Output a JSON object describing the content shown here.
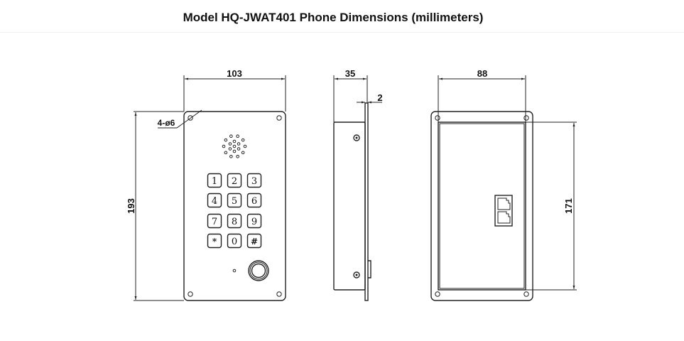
{
  "title": "Model HQ-JWAT401 Phone Dimensions (millimeters)",
  "front_view": {
    "width_label": "103",
    "height_label": "193",
    "hole_label": "4-ø6",
    "keys": [
      "1",
      "2",
      "3",
      "4",
      "5",
      "6",
      "7",
      "8",
      "9",
      "*",
      "0",
      "#"
    ]
  },
  "side_view": {
    "depth_label": "35",
    "plate_label": "2"
  },
  "back_view": {
    "width_label": "88",
    "height_label": "171"
  }
}
